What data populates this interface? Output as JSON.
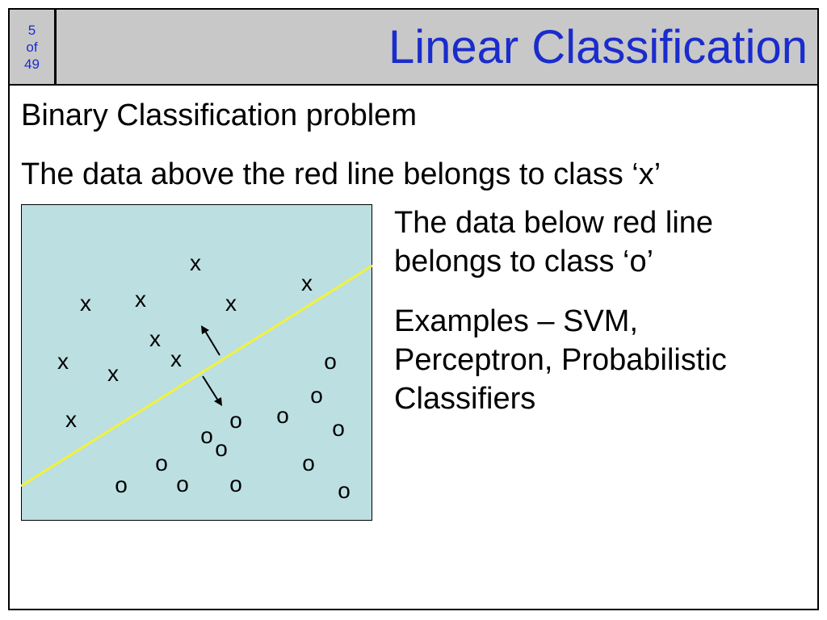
{
  "slide": {
    "page_number": "5",
    "page_of": "of",
    "page_total": "49",
    "title": "Linear Classification",
    "colors": {
      "title": "#1a2ccc",
      "title_bar": "#c8c8c8",
      "plot_background": "#bcdfe2",
      "separator_line": "#f2f23a"
    }
  },
  "content": {
    "bullet_1": "Binary Classification problem",
    "bullet_2": "The data above the red line belongs to class ‘x’",
    "side_1_line_1": "The data below red line",
    "side_1_line_2": "belongs to class ‘o’",
    "side_2_line_1": "Examples – SVM,",
    "side_2_line_2": "Perceptron, Probabilistic",
    "side_2_line_3": "Classifiers"
  },
  "diagram": {
    "class_x_label": "x",
    "class_o_label": "o"
  }
}
